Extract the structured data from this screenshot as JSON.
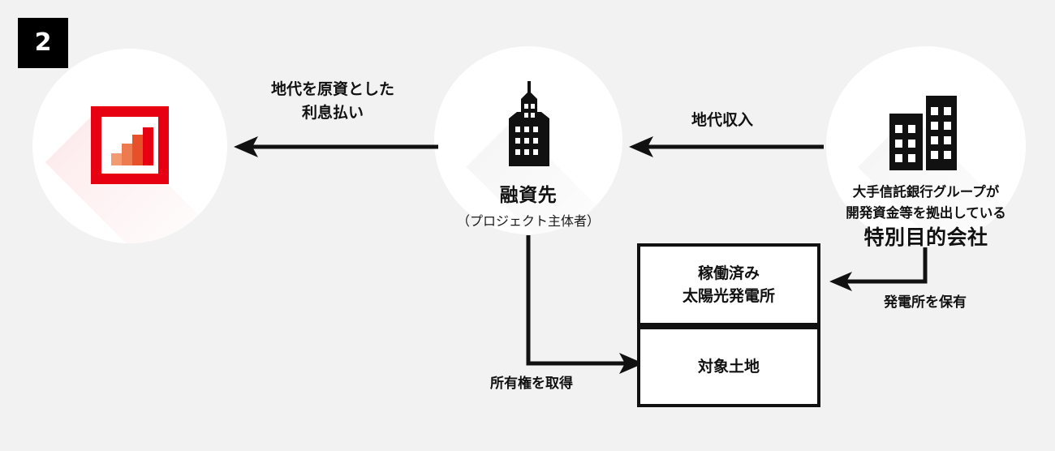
{
  "badge": {
    "number": "2"
  },
  "colors": {
    "background": "#f2f2f2",
    "disc": "#ffffff",
    "ink": "#111111",
    "accent_red": "#e60012",
    "bar_light": "#f29b73",
    "bar_mid": "#ee7b4f",
    "bar_dark": "#e8502a",
    "bar_darkest": "#e60012"
  },
  "nodes": {
    "investor": {
      "icon": "bar-chart-frame-icon",
      "caption": ""
    },
    "borrower": {
      "icon": "skyscraper-icon",
      "title": "融資先",
      "subtitle": "（プロジェクト主体者）"
    },
    "spc": {
      "icon": "office-buildings-icon",
      "line1": "大手信託銀行グループが",
      "line2": "開発資金等を拠出している",
      "line3": "特別目的会社"
    }
  },
  "flows": {
    "interest_payment": {
      "line1": "地代を原資とした",
      "line2": "利息払い"
    },
    "rent_income": {
      "label": "地代収入"
    },
    "acquire_ownership": {
      "label": "所有権を取得"
    },
    "own_plant": {
      "label": "発電所を保有"
    }
  },
  "boxes": {
    "solar_plant": {
      "line1": "稼働済み",
      "line2": "太陽光発電所"
    },
    "target_land": {
      "label": "対象土地"
    }
  }
}
